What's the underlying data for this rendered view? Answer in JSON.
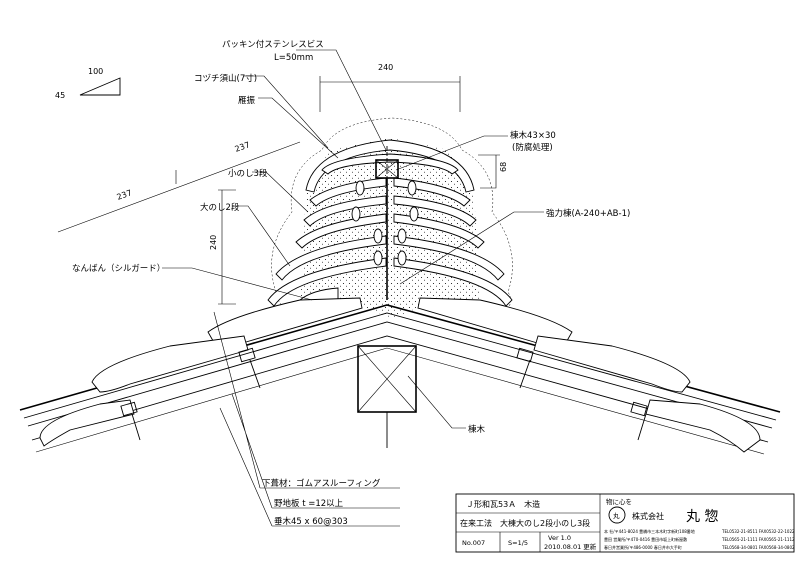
{
  "labels": {
    "screw": "パッキン付ステンレスビス",
    "screw_len": "L=50mm",
    "kozuchi": "コヅチ須山(7寸)",
    "ganburi": "雁振",
    "konoshi": "小のし3段",
    "oonoshi": "大のし2段",
    "nanban": "なんばん（シルガード）",
    "munagi": "棟木43×30",
    "munagi_note": "(防腐処理)",
    "kyoryoku": "強力棟(A-240+AB-1)",
    "ridge_beam": "棟木",
    "underlay": "下葺材：ゴムアスルーフィング",
    "sheathing": "野地板 t =12以上",
    "rafter": "垂木45 x 60@303"
  },
  "dimensions": {
    "slope_run": "100",
    "slope_rise": "45",
    "top_width": "240",
    "height_68": "68",
    "side_240": "240",
    "slope_237a": "237",
    "slope_237b": "237"
  },
  "title_block": {
    "row1": "Ｊ形和瓦53Ａ　木造",
    "row2": "在来工法　大棟大のし2段小のし3段",
    "no": "No.007",
    "scale": "S=1/5",
    "version": "Ver 1.0",
    "date": "2010.08.01 更新",
    "motto": "物に心を",
    "logo_char": "丸",
    "company_prefix": "株式会社",
    "company_name": "丸 惣",
    "addr1": "本 社/〒441-8024 豊橋市三本木町字新町108番地",
    "addr2": "豊田 営業所/〒470-0416 豊田市坂上町新屋敷",
    "addr3": "春日井営業所/〒486-0000 春日井市大手町",
    "tel1": "TEL0532-21-8511 FAX0532-22-1022",
    "tel2": "TEL0565-21-1111 FAX0565-21-1112",
    "tel3": "TEL0568-34-0801 FAX0568-34-0802"
  }
}
